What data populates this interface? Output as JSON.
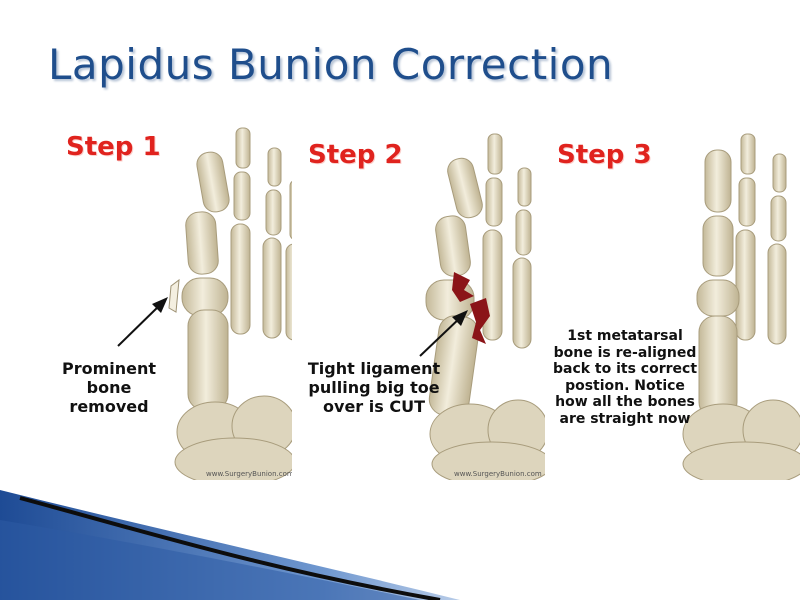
{
  "slide": {
    "title": "Lapidus Bunion Correction"
  },
  "panels": [
    {
      "step": "Step 1",
      "caption": "Prominent\nbone\nremoved",
      "watermark": "www.SurgeryBunion.com"
    },
    {
      "step": "Step 2",
      "caption": "Tight ligament\npulling big toe\nover is CUT",
      "watermark": "www.SurgeryBunion.com"
    },
    {
      "step": "Step 3",
      "caption": "1st metatarsal\nbone is re-aligned\nback to its correct\npostion.  Notice\nhow all the bones\nare straight now"
    }
  ],
  "colors": {
    "title": "#1f4e8c",
    "step_label": "#e0231e",
    "bone": "#e9e3cf",
    "bone_shadow": "#b8ad8f",
    "ligament": "#8b1418",
    "swoosh": "#2e5fa8"
  }
}
